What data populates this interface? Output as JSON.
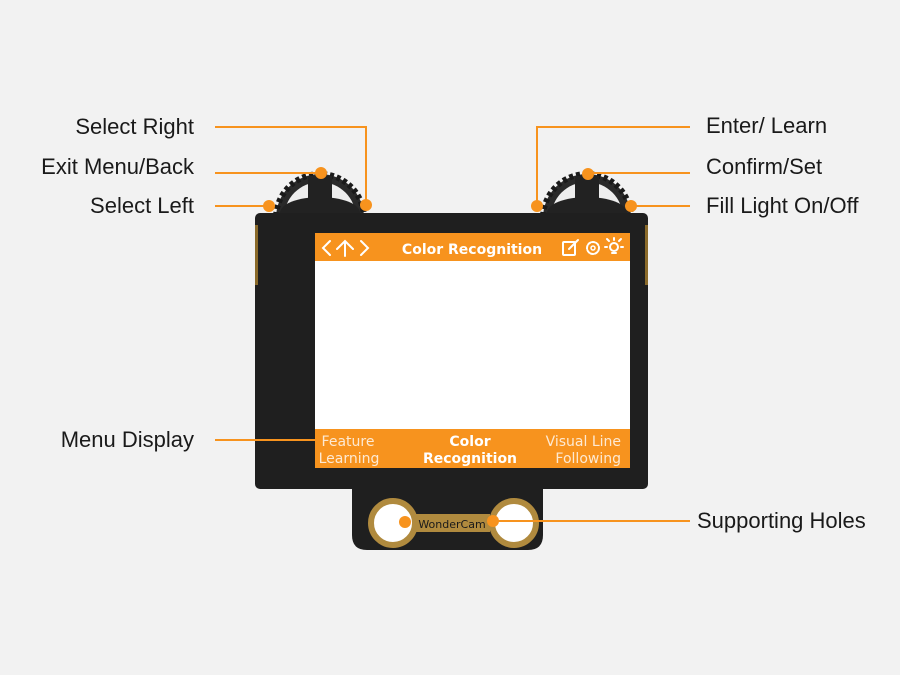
{
  "labels": {
    "select_right": "Select Right",
    "exit_menu": "Exit Menu/Back",
    "select_left": "Select Left",
    "enter_learn": "Enter/ Learn",
    "confirm_set": "Confirm/Set",
    "fill_light": "Fill Light On/Off",
    "menu_display": "Menu Display",
    "supporting_holes": "Supporting Holes"
  },
  "screen": {
    "title": "Color Recognition",
    "menu": [
      {
        "line1": "Feature",
        "line2": "Learning"
      },
      {
        "line1": "Color",
        "line2": "Recognition"
      },
      {
        "line1": "Visual Line",
        "line2": "Following"
      }
    ]
  },
  "device_label": "WonderCam",
  "colors": {
    "accent": "#f7931e",
    "body": "#1f1f1f",
    "background": "#f2f2f2"
  }
}
